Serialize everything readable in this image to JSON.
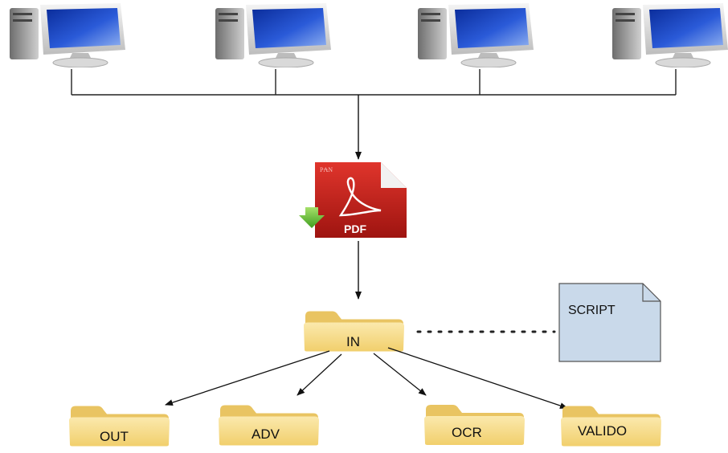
{
  "diagram": {
    "computers": [
      {
        "id": "pc1"
      },
      {
        "id": "pc2"
      },
      {
        "id": "pc3"
      },
      {
        "id": "pc4"
      }
    ],
    "pdf": {
      "label": "PDF"
    },
    "in_folder": {
      "label": "IN"
    },
    "script": {
      "label": "SCRIPT"
    },
    "output_folders": [
      {
        "label": "OUT"
      },
      {
        "label": "ADV"
      },
      {
        "label": "OCR"
      },
      {
        "label": "VALIDO"
      }
    ],
    "colors": {
      "folder": "#f6dc8e",
      "folder_dark": "#e6c46a",
      "pdf_red": "#c8201d",
      "script_fill": "#c9d9ea",
      "monitor_blue": "#1b3fa8"
    }
  }
}
